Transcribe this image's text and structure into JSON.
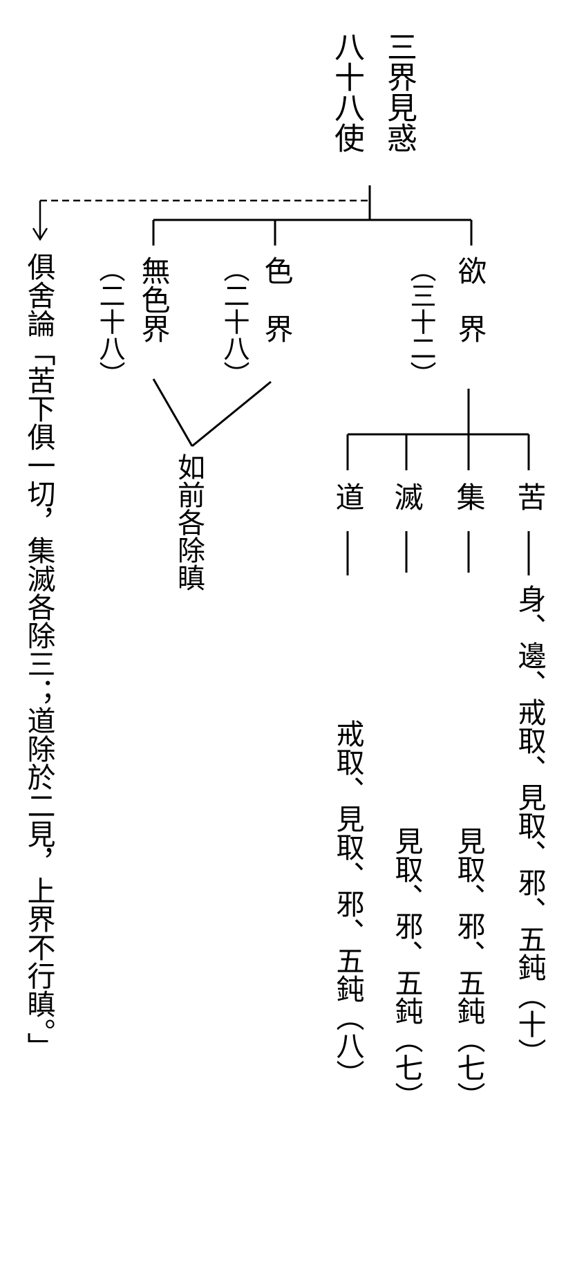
{
  "title_line1": "三界見惑",
  "title_line2": "八十八使",
  "realms": {
    "desire": {
      "name": "欲　界",
      "count": "（三十二）"
    },
    "form": {
      "name": "色　界",
      "count": "（二十八）"
    },
    "formless": {
      "name": "無色界",
      "count": "（二十八）"
    }
  },
  "upper_note": "如前各除瞋",
  "truths": {
    "suffering": {
      "name": "苦",
      "items": "身、邊、戒取、見取、邪、五鈍（十）"
    },
    "origin": {
      "name": "集",
      "items": "見取、邪、五鈍（七）"
    },
    "cessation": {
      "name": "滅",
      "items": "見取、邪、五鈍（七）"
    },
    "path": {
      "name": "道",
      "items": "戒取、見取、邪、五鈍（八）"
    }
  },
  "kosha_quote": "俱舍論「苦下俱一切，集滅各除三；道除於二見，上界不行瞋。」"
}
